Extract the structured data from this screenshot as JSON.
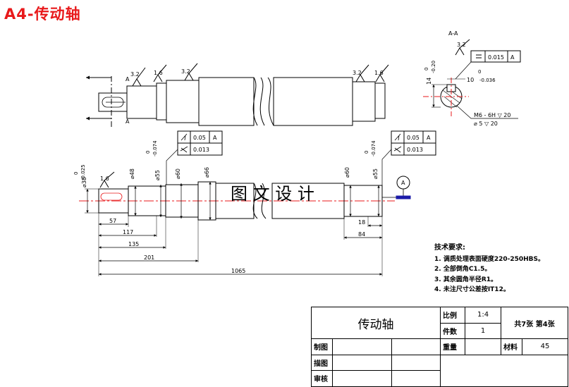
{
  "page_title": "A4-传动轴",
  "center_stamp": "图 文 设 计",
  "section": {
    "label": "A-A",
    "roughness": "3.2",
    "flatness_value": "0.015",
    "flatness_datum": "A",
    "dim_width": "10",
    "dim_width_upper": "0",
    "dim_width_lower": "-0.036",
    "dim_depth": "14",
    "dim_depth_upper": "0",
    "dim_depth_lower": "-0.20",
    "thread": "M6 - 6H ▽ 20",
    "hole": "⌀ 5 ▽ 20"
  },
  "top_view": {
    "cut_label_top": "A",
    "cut_label_bottom": "A",
    "roughness": [
      "3.2",
      "1.6",
      "3.2",
      "3.2",
      "1.6"
    ]
  },
  "main_view": {
    "runout_left": {
      "value": "0.05",
      "datum": "A"
    },
    "cyl_left": "0.013",
    "runout_right": {
      "value": "0.05",
      "datum": "A"
    },
    "cyl_right": "0.013",
    "datum_label": "A",
    "roughness_left": "1.6",
    "tol_left_upper": "0",
    "tol_left_lower": "-0.025",
    "tol_mid_upper": "0",
    "tol_mid_lower": "-0.074",
    "tol_right_upper": "0",
    "tol_right_lower": "-0.074",
    "diameters": [
      "⌀38",
      "⌀48",
      "⌀55",
      "⌀60",
      "⌀66",
      "⌀60",
      "⌀55"
    ],
    "lengths": [
      "57",
      "117",
      "135",
      "201",
      "1065",
      "18",
      "84"
    ]
  },
  "tech_notes": {
    "title": "技术要求:",
    "items": [
      "1. 调质处理表面硬度220-250HBS。",
      "2. 全部倒角C1.5。",
      "3. 其余圆角半径R1。",
      "4. 未注尺寸公差按IT12。"
    ]
  },
  "title_block": {
    "part_name": "传动轴",
    "scale_label": "比例",
    "scale": "1:4",
    "qty_label": "件数",
    "qty": "1",
    "sheets": "共7张 第4张",
    "drawn_label": "制图",
    "weight_label": "重量",
    "material_label": "材料",
    "material": "45",
    "traced_label": "描图",
    "checked_label": "审核"
  }
}
